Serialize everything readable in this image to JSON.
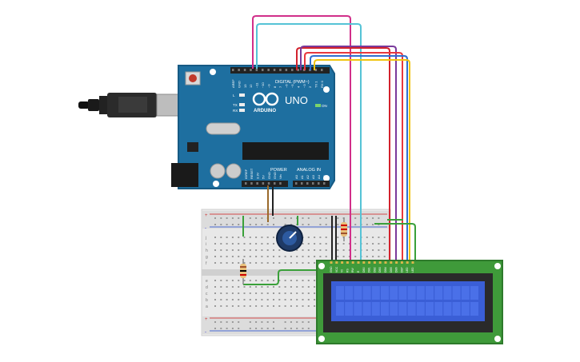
{
  "arduino": {
    "brand": "ARDUINO",
    "model": "UNO",
    "digital_label": "DIGITAL (PWM~)",
    "power_label": "POWER",
    "analog_label": "ANALOG IN",
    "on_label": "ON",
    "tx_label": "TX",
    "rx_label": "RX",
    "l_label": "L",
    "top_pins": [
      "AREF",
      "GND",
      "13",
      "12",
      "~11",
      "~10",
      "~9",
      "8",
      "7",
      "~6",
      "~5",
      "4",
      "~3",
      "2",
      "TX 1",
      "RX 0"
    ],
    "power_pins": [
      "IOREF",
      "RESET",
      "3.3V",
      "5V",
      "GND",
      "GND",
      "Vin"
    ],
    "analog_pins": [
      "A0",
      "A1",
      "A2",
      "A3",
      "A4",
      "A5"
    ]
  },
  "breadboard": {
    "row_letters_top": [
      "j",
      "i",
      "h",
      "g",
      "f"
    ],
    "row_letters_bottom": [
      "e",
      "d",
      "c",
      "b",
      "a"
    ],
    "rail_plus": "+",
    "rail_minus": "-"
  },
  "lcd": {
    "pin_labels": [
      "GND",
      "VCC",
      "V0",
      "RS",
      "RW",
      "E",
      "DB0",
      "DB1",
      "DB2",
      "DB3",
      "DB4",
      "DB5",
      "DB6",
      "DB7",
      "LED",
      "LED"
    ],
    "columns": 16,
    "rows": 2
  },
  "colors": {
    "board": "#1e6fa0",
    "board_edge": "#165a84",
    "lcd_pcb": "#3f9a3a",
    "lcd_screen": "#3a5ed6",
    "wire_pink": "#d12f8a",
    "wire_cyan": "#55c3d6",
    "wire_red": "#d2222d",
    "wire_purple": "#7a3a9b",
    "wire_yellow": "#f1c40f",
    "wire_blue": "#2f6fd0",
    "wire_green": "#3aa03a",
    "wire_black": "#222222",
    "wire_brown": "#9a6a2a"
  }
}
